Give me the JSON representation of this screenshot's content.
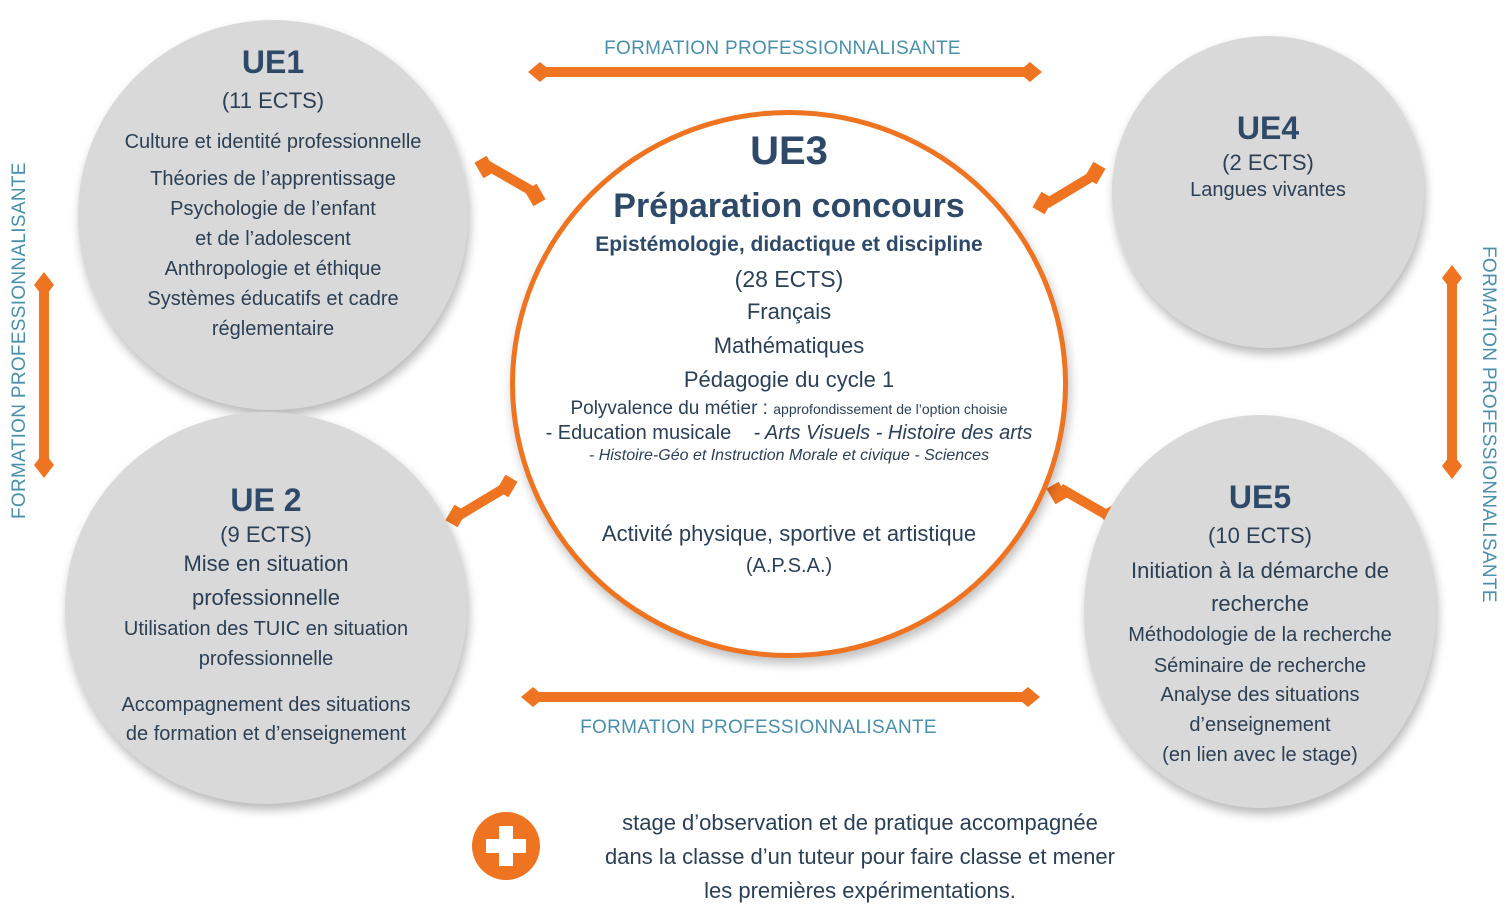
{
  "side_label": "FORMATION PROFESSIONNALISANTE",
  "ue1": {
    "title": "UE1",
    "ects": "(11 ECTS)",
    "lines": [
      "Culture et identité professionnelle",
      "Théories de l’apprentissage",
      "Psychologie de l’enfant",
      "et de l’adolescent",
      "Anthropologie et éthique",
      "Systèmes éducatifs et cadre",
      "réglementaire"
    ]
  },
  "ue2": {
    "title": "UE 2",
    "ects": "(9 ECTS)",
    "lines": [
      "Mise en situation",
      "professionnelle",
      "Utilisation des TUIC en situation",
      "professionnelle",
      "Accompagnement des situations",
      "de formation et d’enseignement"
    ]
  },
  "ue3": {
    "title": "UE3",
    "subtitle": "Préparation concours",
    "theme": "Epistémologie, didactique et discipline",
    "ects": "(28 ECTS)",
    "subjects": [
      "Français",
      "Mathématiques",
      "Pédagogie du cycle 1"
    ],
    "polyvalence_label": "Polyvalence du métier :",
    "polyvalence_note": "approfondissement de l’option choisie",
    "option_line_1_start": "- Education musicale",
    "option_line_1_end": "- Arts Visuels - Histoire des arts",
    "option_line_2": "- Histoire-Géo et Instruction Morale et civique - Sciences",
    "apsa_line_1": "Activité physique, sportive et artistique",
    "apsa_line_2": "(A.P.S.A.)"
  },
  "ue4": {
    "title": "UE4",
    "ects": "(2 ECTS)",
    "lines": [
      "Langues vivantes"
    ]
  },
  "ue5": {
    "title": "UE5",
    "ects": "(10 ECTS)",
    "lines": [
      "Initiation à la démarche de",
      "recherche",
      "Méthodologie de la recherche",
      "Séminaire de recherche",
      "Analyse des situations",
      "d’enseignement",
      "(en lien avec le stage)"
    ]
  },
  "footer": {
    "lines": [
      "stage d’observation et de pratique accompagnée",
      "dans la classe d’un tuteur pour faire classe et  mener",
      "les  premières expérimentations."
    ]
  },
  "colors": {
    "accent": "#ee7421",
    "bubble": "#d9d9d9",
    "text": "#2e4a68",
    "label": "#4a90ab"
  }
}
